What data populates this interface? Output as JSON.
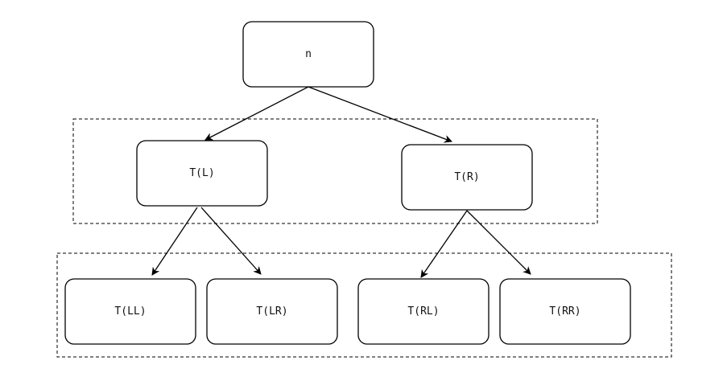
{
  "diagram": {
    "colors": {
      "stroke": "#000000",
      "node_fill": "#ffffff",
      "text": "#111111"
    },
    "nodes": {
      "root": {
        "label": "n"
      },
      "left": {
        "label": "T(L)"
      },
      "right": {
        "label": "T(R)"
      },
      "left_left": {
        "label": "T(LL)"
      },
      "left_right": {
        "label": "T(LR)"
      },
      "right_left": {
        "label": "T(RL)"
      },
      "right_right": {
        "label": "T(RR)"
      }
    },
    "edges": [
      {
        "from": "root",
        "to": "left"
      },
      {
        "from": "root",
        "to": "right"
      },
      {
        "from": "left",
        "to": "left_left"
      },
      {
        "from": "left",
        "to": "left_right"
      },
      {
        "from": "right",
        "to": "right_left"
      },
      {
        "from": "right",
        "to": "right_right"
      }
    ],
    "groups": [
      {
        "name": "level-1",
        "style": "dashed"
      },
      {
        "name": "level-2",
        "style": "dashed"
      }
    ]
  }
}
